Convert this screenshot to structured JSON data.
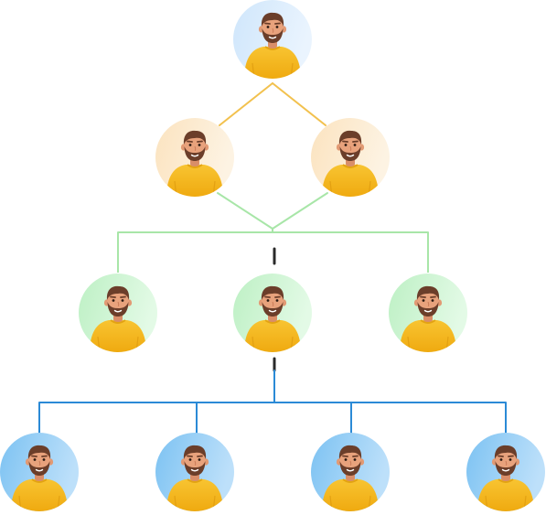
{
  "diagram": {
    "type": "hierarchy",
    "levels": [
      {
        "level": 1,
        "member_count": 1,
        "color_theme": "blue",
        "connector_color": "#F2C14E"
      },
      {
        "level": 2,
        "member_count": 2,
        "color_theme": "peach",
        "connector_color": "#A8E6A8"
      },
      {
        "level": 3,
        "member_count": 3,
        "color_theme": "green",
        "connector_color": "#2B8AD6"
      },
      {
        "level": 4,
        "member_count": 4,
        "color_theme": "blue",
        "connector_color": null
      }
    ],
    "avatar_icon": "person-avatar-icon",
    "colors": {
      "skin": "#E8A27C",
      "hair": "#6B3E2A",
      "shirt": "#F5B91E",
      "level1_bg": [
        "#CFE6FB",
        "#EAF4FE"
      ],
      "level2_bg": [
        "#FBE3BF",
        "#FDF3E3"
      ],
      "level3_bg": [
        "#BDF0C4",
        "#E3FAE6"
      ],
      "level4_bg": [
        "#7CC2F2",
        "#BDE0FA"
      ],
      "gold_line": "#F2C14E",
      "green_line": "#A8E6A8",
      "blue_line": "#2B8AD6",
      "dash_dark": "#2A2A2A"
    }
  }
}
